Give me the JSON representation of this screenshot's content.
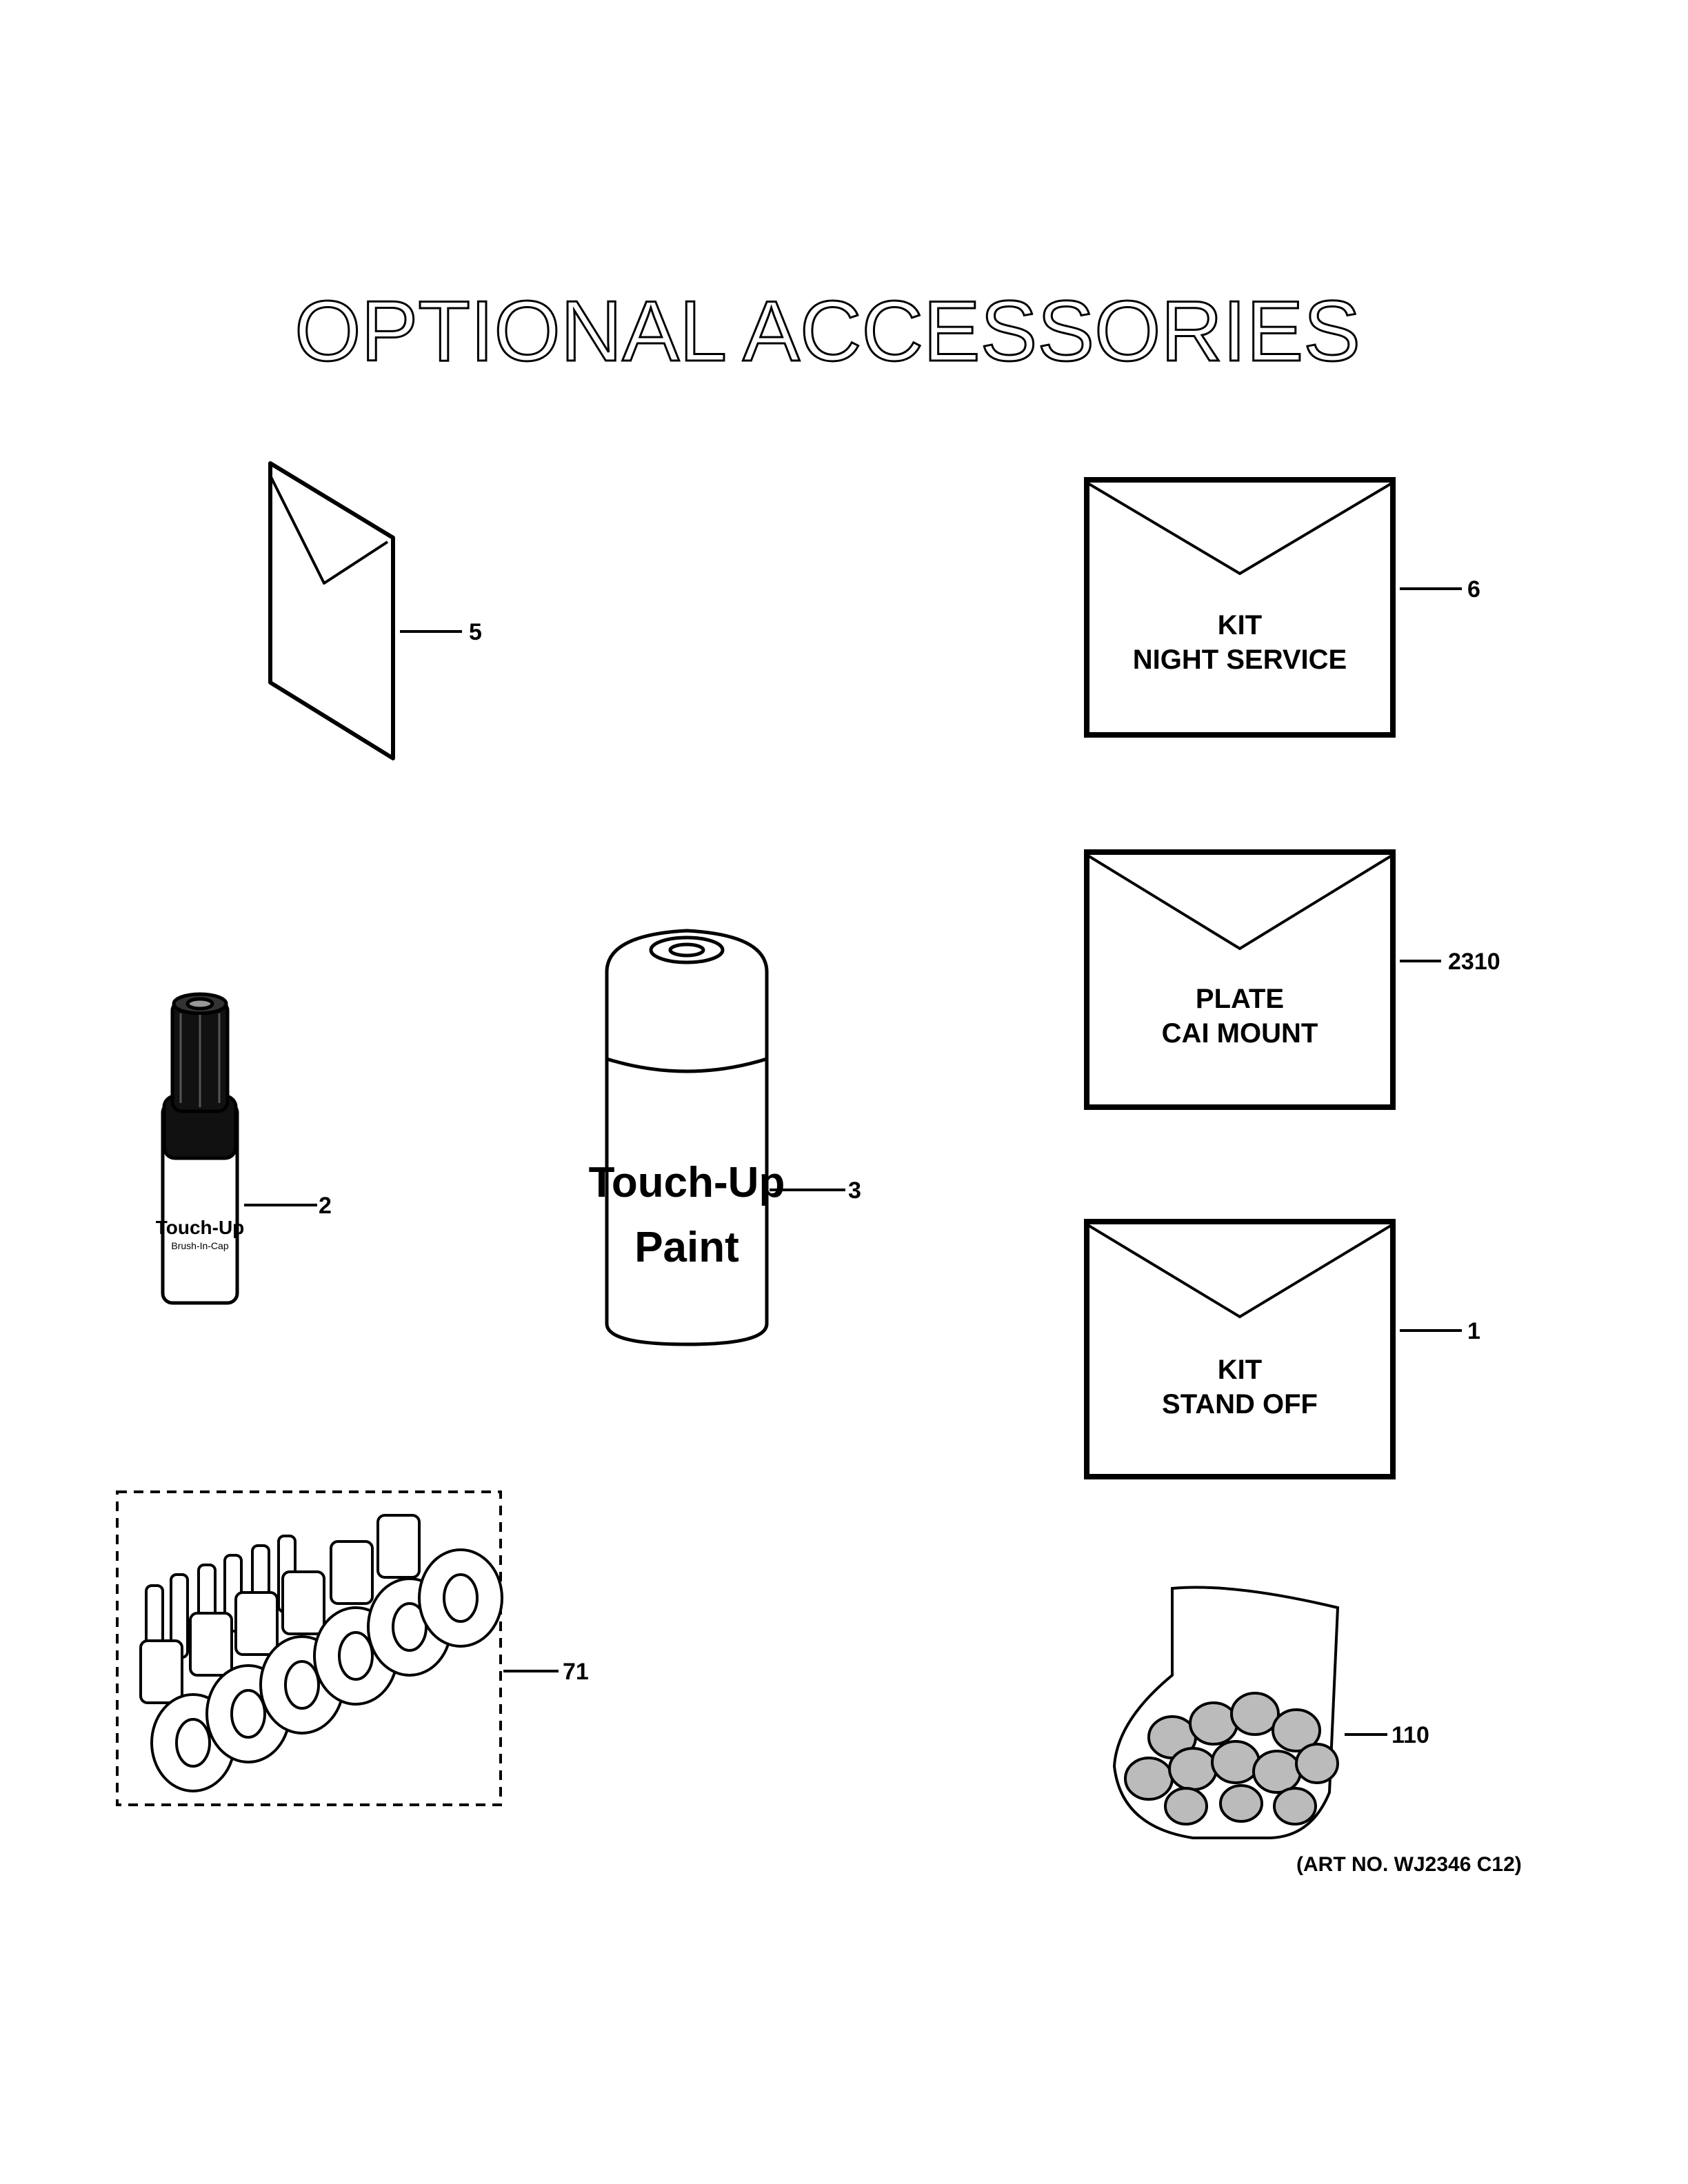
{
  "title": "OPTIONAL ACCESSORIES",
  "parts": [
    {
      "callout": "5"
    },
    {
      "callout": "6",
      "envelope_lines": [
        "KIT",
        "NIGHT SERVICE"
      ]
    },
    {
      "callout": "2310",
      "envelope_lines": [
        "PLATE",
        "CAI MOUNT"
      ]
    },
    {
      "callout": "2",
      "product_text": [
        "Touch-Up",
        "Brush-In-Cap"
      ]
    },
    {
      "callout": "3",
      "product_text": [
        "Touch-Up",
        "Paint"
      ]
    },
    {
      "callout": "1",
      "envelope_lines": [
        "KIT",
        "STAND OFF"
      ]
    },
    {
      "callout": "71"
    },
    {
      "callout": "110"
    }
  ],
  "art_number": "(ART NO. WJ2346 C12)"
}
